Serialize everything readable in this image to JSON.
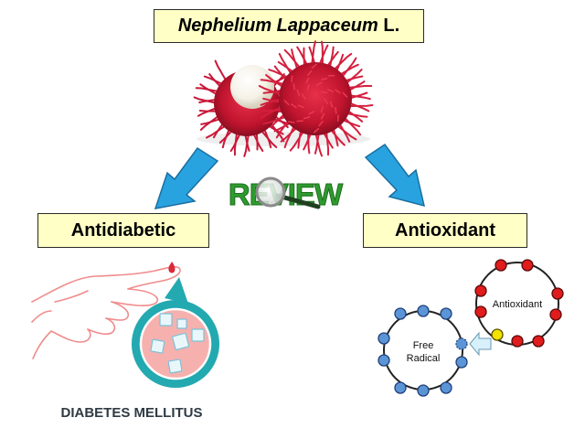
{
  "title": {
    "italic": "Nephelium Lappaceum",
    "suffix": " L."
  },
  "center_label": "REVIEW",
  "left_box": "Antidiabetic",
  "right_box": "Antioxidant",
  "left_caption": "DIABETES MELLITUS",
  "free_radical": [
    "Free",
    "Radical"
  ],
  "antioxidant_circle": "Antioxidant",
  "colors": {
    "box_fill": "#ffffc6",
    "arrow": "#29a3e0",
    "review_green": "#2e9b2e",
    "rambutan_red": "#d4203a",
    "hand": "#f08c8c",
    "teal": "#23a9b0",
    "blue_dot": "#5b95d6",
    "red_dot": "#e01c1c",
    "yellow_dot": "#f2e300"
  },
  "icons": [
    "down-left-arrow-icon",
    "down-right-arrow-icon",
    "magnifier-icon",
    "sugar-cubes-icon",
    "pointing-hand-icon"
  ]
}
